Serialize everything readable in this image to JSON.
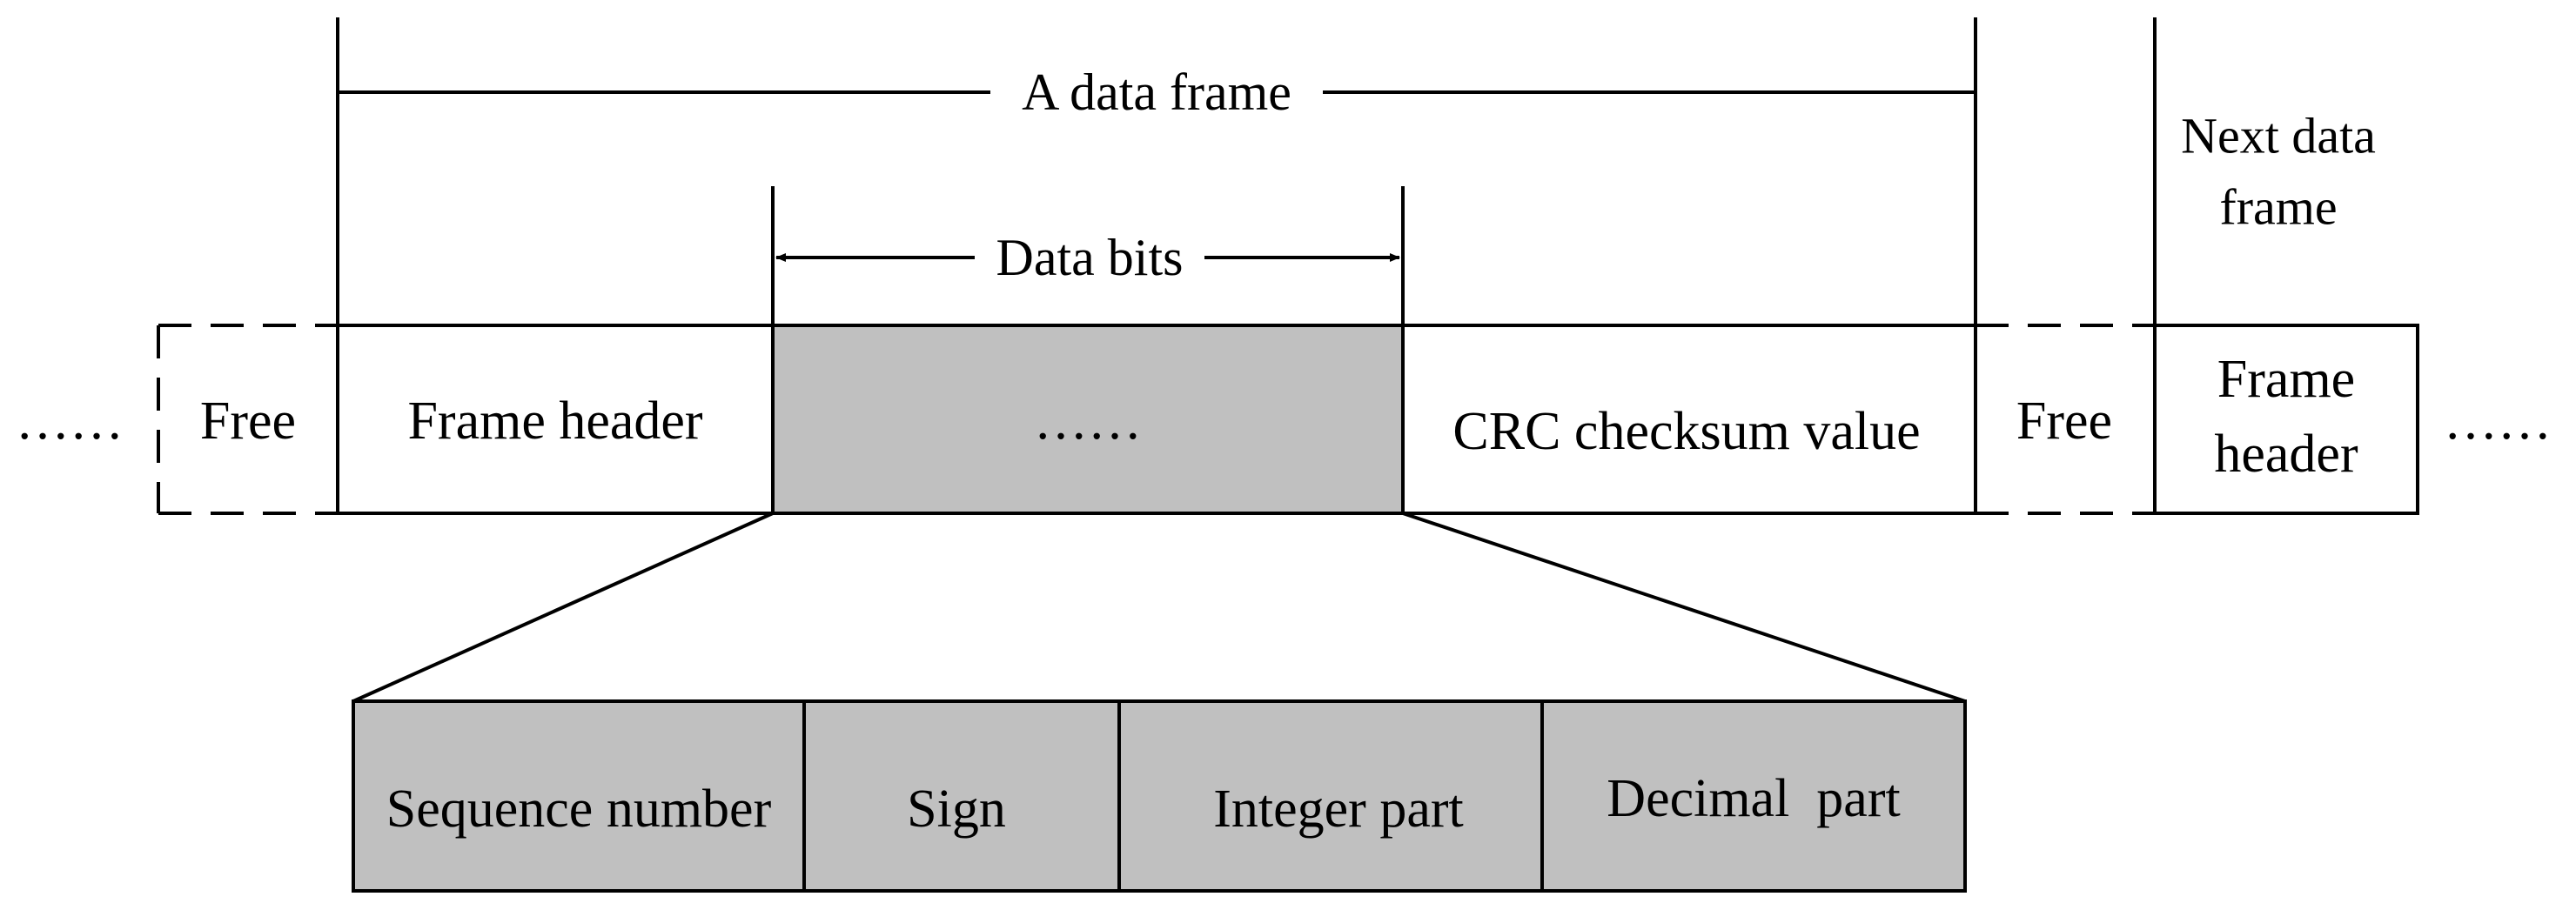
{
  "frame": {
    "title": "A data frame",
    "data_bits_label": "Data bits",
    "next_frame_label_line1": "Next data",
    "next_frame_label_line2": "frame",
    "ellipsis_left": "……",
    "ellipsis_right": "……",
    "segments": {
      "free_left": "Free",
      "frame_header": "Frame header",
      "data_bits_ellipsis": "……",
      "crc": "CRC checksum value",
      "free_right": "Free",
      "next_header_line1": "Frame",
      "next_header_line2": "header"
    }
  },
  "detail": {
    "fields": [
      "Sequence number",
      "Sign",
      "Integer part",
      "Decimal  part"
    ]
  },
  "colors": {
    "shaded_fill": "#c0c0c0",
    "line": "#000000",
    "background": "#ffffff"
  }
}
